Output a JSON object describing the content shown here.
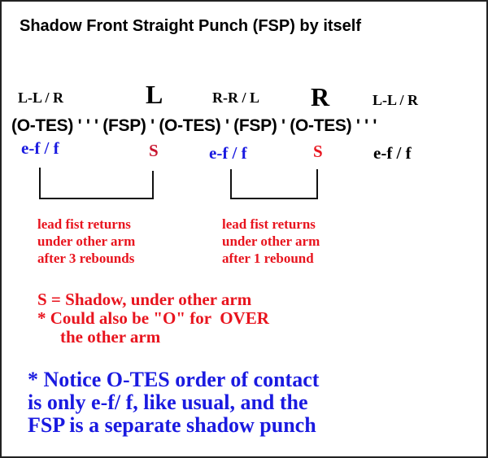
{
  "title": "Shadow Front Straight Punch (FSP) by itself",
  "hands": [
    "L-L / R",
    "L",
    "R-R / L",
    "R",
    "L-L / R"
  ],
  "sequence": "(O-TES) ' ' ' (FSP) ' (O-TES) ' (FSP) ' (O-TES) ' ' '",
  "contacts": [
    {
      "text": "e-f / f",
      "color": "#1a1ae0"
    },
    {
      "text": "S",
      "color": "#c8142e"
    },
    {
      "text": "e-f / f",
      "color": "#1a1ae0"
    },
    {
      "text": "S",
      "color": "#e8141e"
    },
    {
      "text": "e-f / f",
      "color": "#000000"
    }
  ],
  "notes": [
    [
      "lead fist returns",
      "under other arm",
      "after 3 rebounds"
    ],
    [
      "lead fist returns",
      "under other arm",
      "after 1 rebound"
    ]
  ],
  "legend": [
    "S = Shadow, under other arm",
    "* Could also be \"O\" for  OVER",
    "the other arm"
  ],
  "footer": [
    "* Notice O-TES order of contact",
    "is only e-f/ f, like usual, and the",
    "FSP is a separate shadow punch"
  ]
}
